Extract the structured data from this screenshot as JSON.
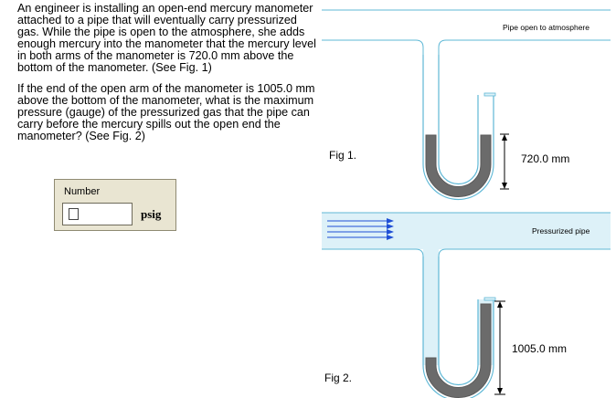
{
  "problem": {
    "paragraph1": "An engineer is installing an open-end mercury manometer attached to a pipe that will eventually carry pressurized gas. While the pipe is open to the atmosphere, she adds enough mercury into the manometer that the mercury level in both arms of the manometer is 720.0 mm above the bottom of the manometer. (See Fig. 1)",
    "paragraph2": "If the end of the open arm of the manometer is 1005.0 mm above the bottom of the manometer, what is the maximum pressure (gauge) of the pressurized gas that the pipe can carry before the mercury spills out the open end the manometer? (See Fig. 2)"
  },
  "answer": {
    "label": "Number",
    "value": "",
    "unit": "psig"
  },
  "figure1": {
    "caption": "Fig 1.",
    "pipe_label": "Pipe open to atmosphere",
    "dimension": "720.0 mm"
  },
  "figure2": {
    "caption": "Fig 2.",
    "pipe_label": "Pressurized pipe",
    "dimension": "1005.0 mm"
  },
  "colors": {
    "pipe_line": "#5fb8d6",
    "pipe_fill": "#ddf1f8",
    "mercury": "#6b6b6b",
    "flow_arrow": "#1f4fd6",
    "answer_bg": "#e9e5d2"
  }
}
